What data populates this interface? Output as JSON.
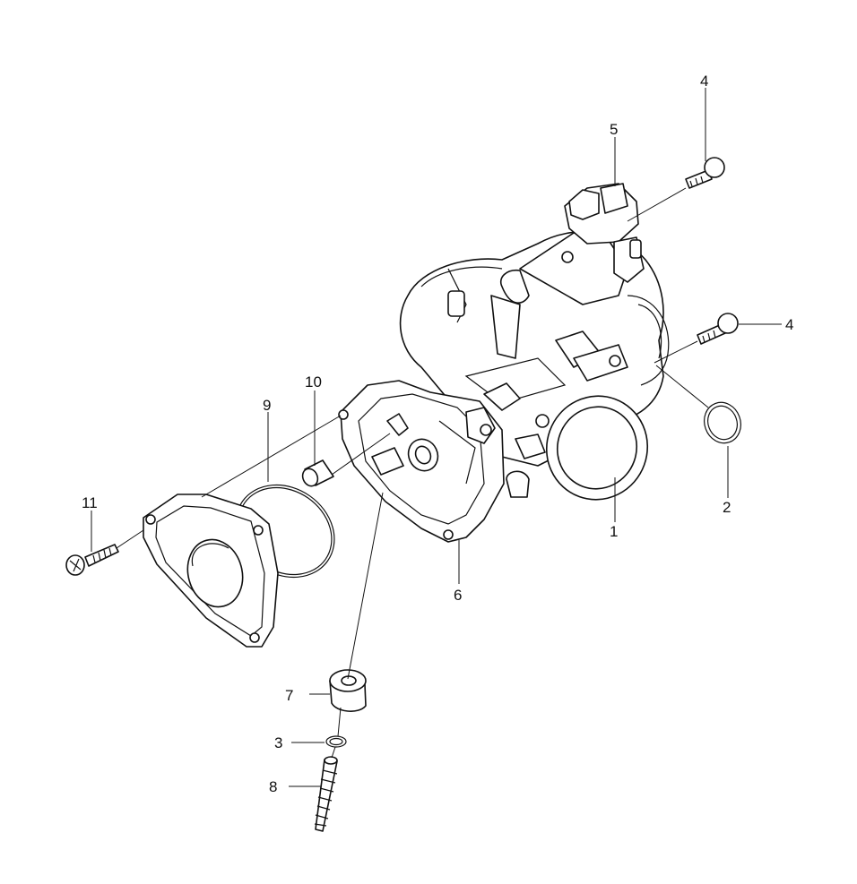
{
  "callouts": [
    {
      "id": "1",
      "text": "1"
    },
    {
      "id": "2",
      "text": "2"
    },
    {
      "id": "3",
      "text": "3"
    },
    {
      "id": "4a",
      "text": "4"
    },
    {
      "id": "4b",
      "text": "4"
    },
    {
      "id": "5",
      "text": "5"
    },
    {
      "id": "6",
      "text": "6"
    },
    {
      "id": "7",
      "text": "7"
    },
    {
      "id": "8",
      "text": "8"
    },
    {
      "id": "9",
      "text": "9"
    },
    {
      "id": "10",
      "text": "10"
    },
    {
      "id": "11",
      "text": "11"
    }
  ]
}
